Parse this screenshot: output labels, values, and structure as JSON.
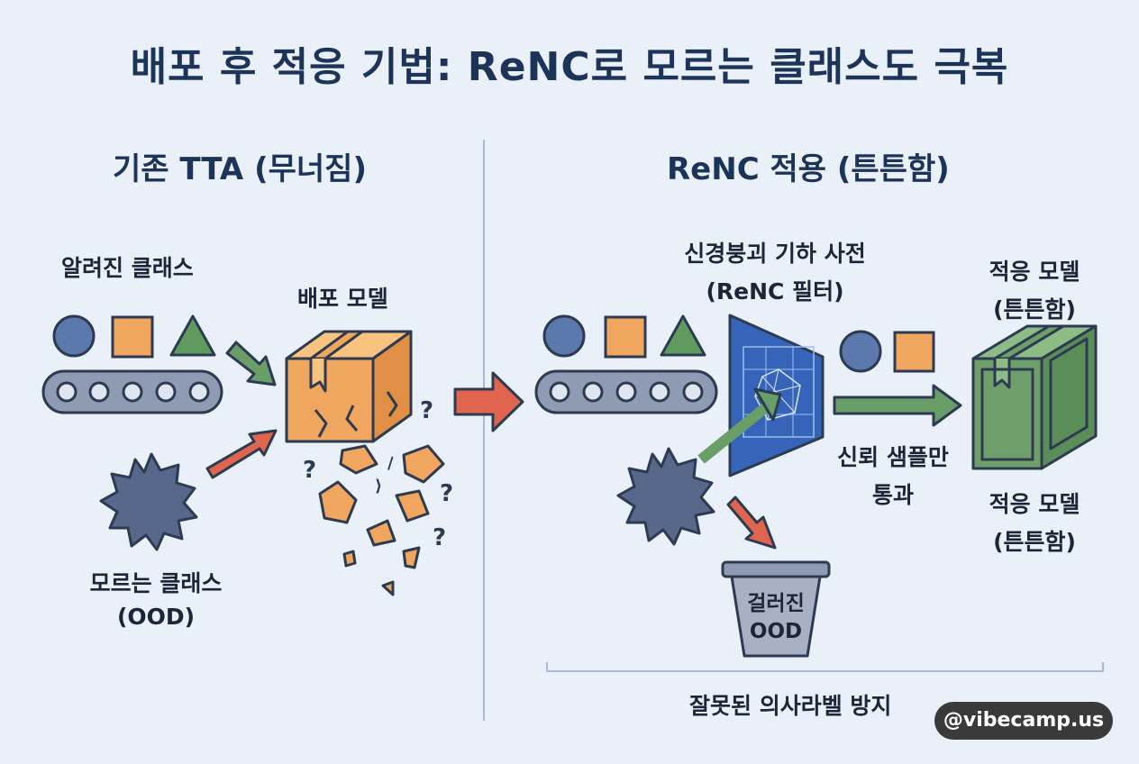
{
  "title": "배포 후 적응 기법: ReNC로 모르는 클래스도 극복",
  "left": {
    "heading": "기존 TTA (무너짐)",
    "known_classes": "알려진 클래스",
    "deployed_model": "배포 모델",
    "unknown_line1": "모르는 클래스",
    "unknown_line2": "(OOD)"
  },
  "right": {
    "heading": "ReNC 적용 (튼튼함)",
    "filter_line1": "신경붕괴 기하 사전",
    "filter_line2": "(ReNC 필터)",
    "adapted_top_line1": "적응 모델",
    "adapted_top_line2": "(튼튼함)",
    "pass_line1": "신뢰 샘플만",
    "pass_line2": "통과",
    "adapted_bottom_line1": "적응 모델",
    "adapted_bottom_line2": "(튼튼함)",
    "bin_line1": "걸러진",
    "bin_line2": "OOD",
    "prevent": "잘못된 의사라벨 방지"
  },
  "watermark": "@vibecamp.us",
  "colors": {
    "background": "#e9f0f8",
    "circle": "#5b79ad",
    "square": "#f0a65e",
    "triangle": "#5f9a5f",
    "broken_box": "#f0a65e",
    "filter": "#3564b8",
    "adapted_box": "#6e9f6a",
    "ood_spiky": "#58688a",
    "arrow_green": "#6a9e68",
    "arrow_red": "#e0654f"
  },
  "icons": [
    "circle-shape-icon",
    "square-shape-icon",
    "triangle-shape-icon",
    "conveyor-belt-icon",
    "broken-box-icon",
    "question-mark-icon",
    "spiky-ood-icon",
    "geometric-filter-icon",
    "adapted-box-icon",
    "trash-bin-icon",
    "bracket-icon"
  ]
}
